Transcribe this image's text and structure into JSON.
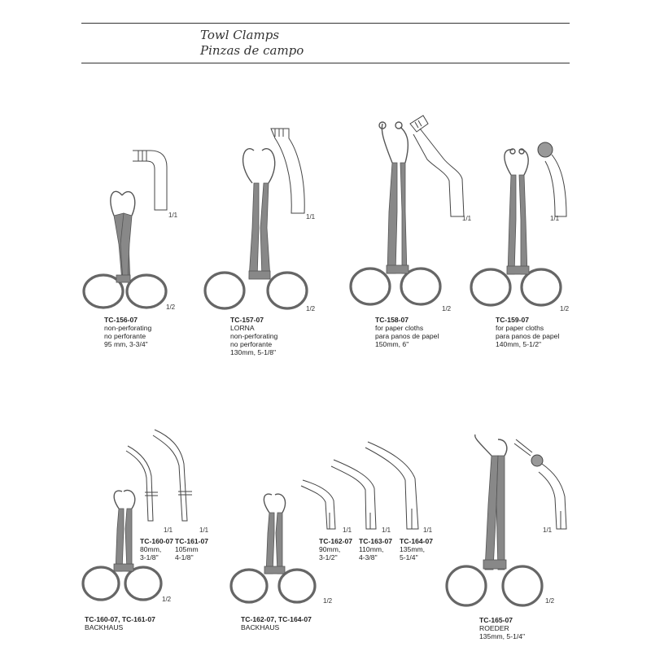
{
  "header": {
    "title_en": "Towl Clamps",
    "title_es": "Pinzas de campo"
  },
  "top_row": [
    {
      "code": "TC-156-07",
      "lines": [
        "non-perforating",
        "no perforante",
        "95 mm, 3-3/4\""
      ],
      "scale_main": "1/2",
      "scale_detail": "1/1"
    },
    {
      "code": "TC-157-07",
      "lines": [
        "LORNA",
        "non-perforating",
        "no perforante",
        "130mm, 5-1/8\""
      ],
      "scale_main": "1/2",
      "scale_detail": "1/1"
    },
    {
      "code": "TC-158-07",
      "lines": [
        "for paper cloths",
        "para panos de papel",
        "150mm, 6\""
      ],
      "scale_main": "1/2",
      "scale_detail": "1/1"
    },
    {
      "code": "TC-159-07",
      "lines": [
        "for paper cloths",
        "para panos de papel",
        "140mm, 5-1/2\""
      ],
      "scale_main": "1/2",
      "scale_detail": "1/1"
    }
  ],
  "bottom_group_1": {
    "details": [
      {
        "code": "TC-160-07",
        "lines": [
          "80mm,",
          "3-1/8\""
        ],
        "scale": "1/1"
      },
      {
        "code": "TC-161-07",
        "lines": [
          "105mm",
          "4-1/8\""
        ],
        "scale": "1/1"
      }
    ],
    "codes": "TC-160-07, TC-161-07",
    "name": "BACKHAUS",
    "scale_main": "1/2"
  },
  "bottom_group_2": {
    "details": [
      {
        "code": "TC-162-07",
        "lines": [
          "90mm,",
          "3-1/2\""
        ],
        "scale": "1/1"
      },
      {
        "code": "TC-163-07",
        "lines": [
          "110mm,",
          "4-3/8\""
        ],
        "scale": "1/1"
      },
      {
        "code": "TC-164-07",
        "lines": [
          "135mm,",
          "5-1/4\""
        ],
        "scale": "1/1"
      }
    ],
    "codes": "TC-162-07, TC-164-07",
    "name": "BACKHAUS",
    "scale_main": "1/2"
  },
  "bottom_group_3": {
    "code": "TC-165-07",
    "name": "ROEDER",
    "size": "135mm, 5-1/4\"",
    "scale_main": "1/2",
    "scale_detail": "1/1"
  }
}
